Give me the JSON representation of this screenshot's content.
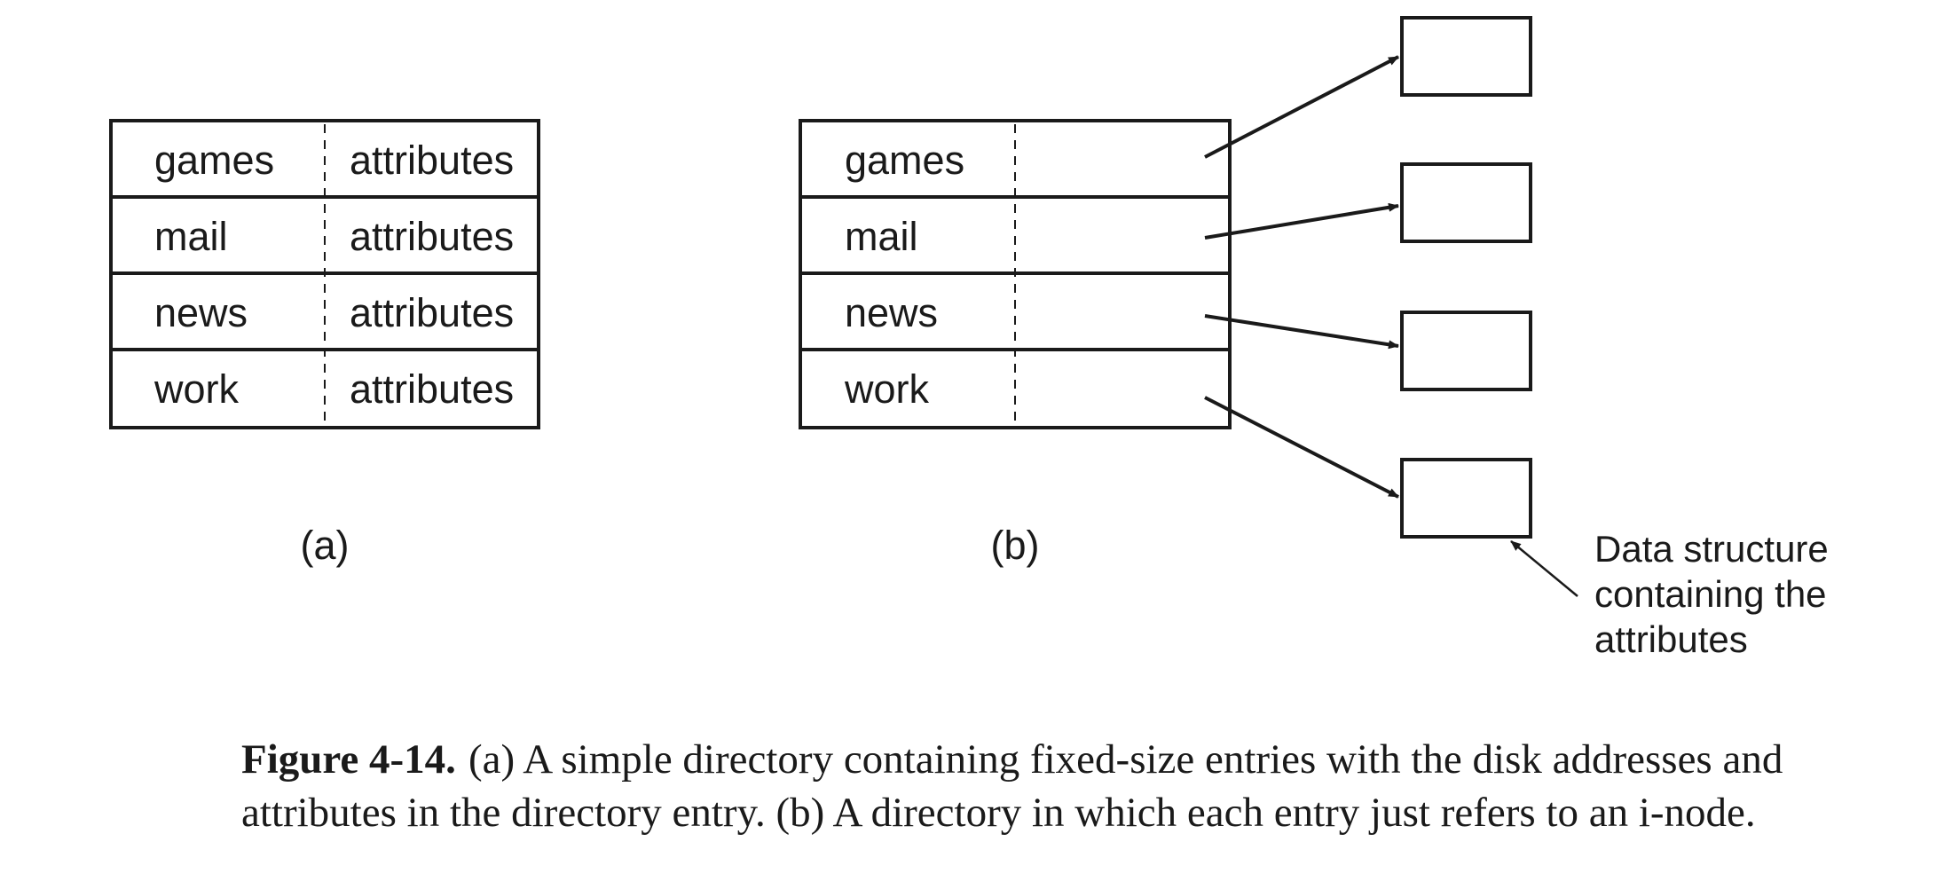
{
  "panel_a": {
    "label": "(a)",
    "rows": [
      {
        "name": "games",
        "attr": "attributes"
      },
      {
        "name": "mail",
        "attr": "attributes"
      },
      {
        "name": "news",
        "attr": "attributes"
      },
      {
        "name": "work",
        "attr": "attributes"
      }
    ]
  },
  "panel_b": {
    "label": "(b)",
    "rows": [
      {
        "name": "games"
      },
      {
        "name": "mail"
      },
      {
        "name": "news"
      },
      {
        "name": "work"
      }
    ]
  },
  "annotation": {
    "lines": [
      "Data structure",
      "containing the",
      "attributes"
    ]
  },
  "caption": {
    "number": "Figure 4-14.",
    "text": "(a) A simple directory containing fixed-size entries with the disk addresses and attributes in the directory entry. (b) A directory in which each entry just refers to an i-node."
  },
  "colors": {
    "ink": "#1a1a1a",
    "background": "#ffffff"
  }
}
